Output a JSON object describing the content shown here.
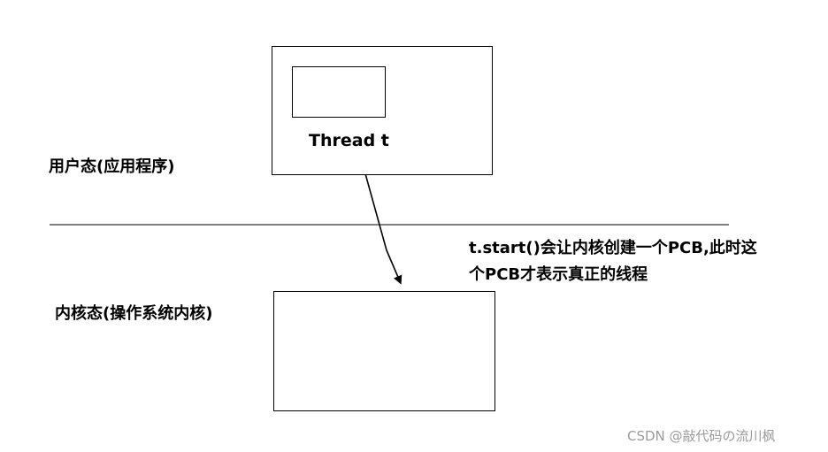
{
  "labels": {
    "thread": "Thread t",
    "user_mode": "用户态(应用程序)",
    "kernel_mode": "内核态(操作系统内核)",
    "note_line1": "t.start()会让内核创建一个PCB,此时这",
    "note_line2": "个PCB才表示真正的线程"
  },
  "watermark": "CSDN @敲代码の流川枫"
}
